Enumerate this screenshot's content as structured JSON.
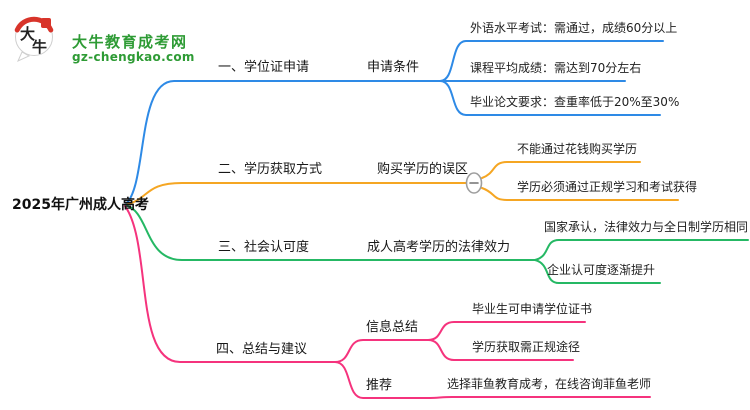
{
  "logo": {
    "site_name": "大牛教育成考网",
    "site_url": "gz-chengkao.com",
    "icon_char_1": "大",
    "icon_char_2": "牛"
  },
  "colors": {
    "logo_green": "#2e9b35",
    "logo_red": "#d8342a",
    "text": "#1f1f1f",
    "collapse_border": "#9e9e9e"
  },
  "root": {
    "label": "2025年广州成人高考"
  },
  "branches": [
    {
      "color": "#2e8ae6",
      "label": "一、学位证申请",
      "sublabel": "申请条件",
      "children": [
        {
          "label": "外语水平考试：需通过，成绩60分以上"
        },
        {
          "label": "课程平均成绩：需达到70分左右"
        },
        {
          "label": "毕业论文要求：查重率低于20%至30%"
        }
      ]
    },
    {
      "color": "#f5a623",
      "label": "二、学历获取方式",
      "sublabel": "购买学历的误区",
      "collapse_icon": "minus",
      "children": [
        {
          "label": "不能通过花钱购买学历"
        },
        {
          "label": "学历必须通过正规学习和考试获得"
        }
      ]
    },
    {
      "color": "#25b864",
      "label": "三、社会认可度",
      "sublabel": "成人高考学历的法律效力",
      "children": [
        {
          "label": "国家承认，法律效力与全日制学历相同"
        },
        {
          "label": "企业认可度逐渐提升"
        }
      ]
    },
    {
      "color": "#f5337d",
      "label": "四、总结与建议",
      "subnodes": [
        {
          "label": "信息总结",
          "children": [
            {
              "label": "毕业生可申请学位证书"
            },
            {
              "label": "学历获取需正规途径"
            }
          ]
        },
        {
          "label": "推荐",
          "children": [
            {
              "label": "选择菲鱼教育成考，在线咨询菲鱼老师"
            }
          ]
        }
      ]
    }
  ]
}
